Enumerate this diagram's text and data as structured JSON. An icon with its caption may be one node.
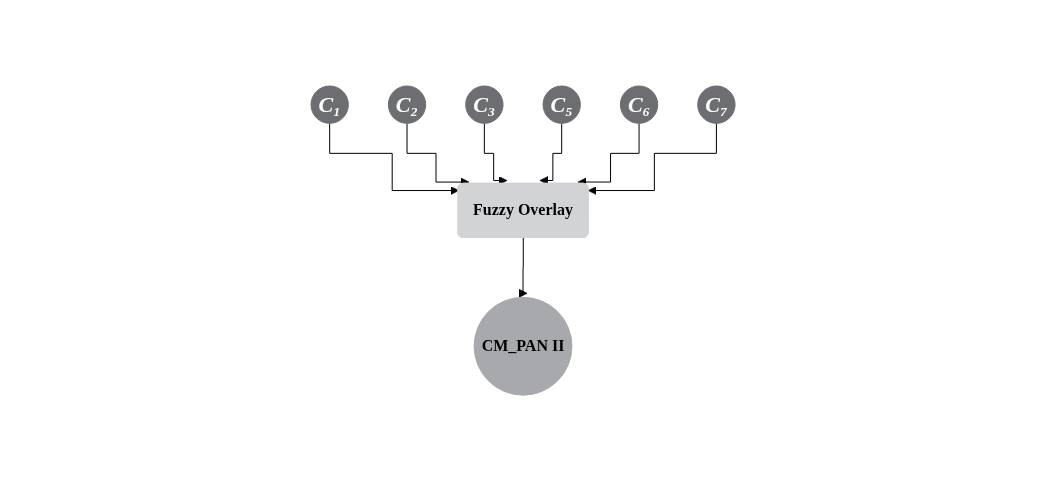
{
  "diagram": {
    "nodes": [
      {
        "text": [
          "C₁"
        ]
      },
      {
        "text": [
          "C₂"
        ]
      },
      {
        "text": [
          "C₃"
        ]
      },
      {
        "text": [
          "C₅"
        ]
      },
      {
        "text": [
          "C₆"
        ]
      },
      {
        "text": [
          "C₇"
        ]
      },
      {
        "text": [
          "Fuzzy Overlay"
        ]
      },
      {
        "text": [
          "CM_PAN II"
        ]
      }
    ],
    "edges": [
      {
        "from": 0,
        "to": 6,
        "arrow": "to"
      },
      {
        "from": 1,
        "to": 6,
        "arrow": "to"
      },
      {
        "from": 2,
        "to": 6,
        "arrow": "to"
      },
      {
        "from": 3,
        "to": 6,
        "arrow": "to"
      },
      {
        "from": 4,
        "to": 6,
        "arrow": "to"
      },
      {
        "from": 5,
        "to": 6,
        "arrow": "to"
      },
      {
        "from": 6,
        "to": 7,
        "arrow": "to"
      }
    ]
  }
}
